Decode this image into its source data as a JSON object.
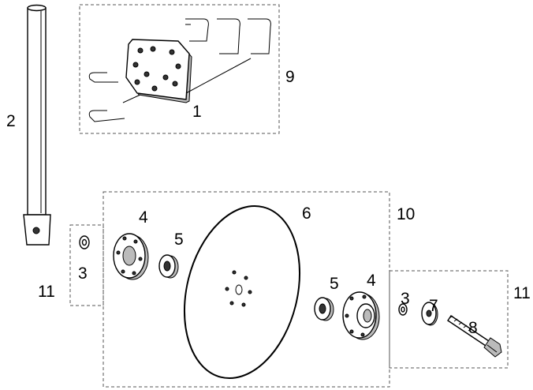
{
  "callouts": {
    "c1": "1",
    "c2": "2",
    "c3a": "3",
    "c3b": "3",
    "c4a": "4",
    "c4b": "4",
    "c5a": "5",
    "c5b": "5",
    "c6": "6",
    "c7": "7",
    "c8": "8",
    "c9": "9",
    "c10": "10",
    "c11a": "11",
    "c11b": "11"
  }
}
